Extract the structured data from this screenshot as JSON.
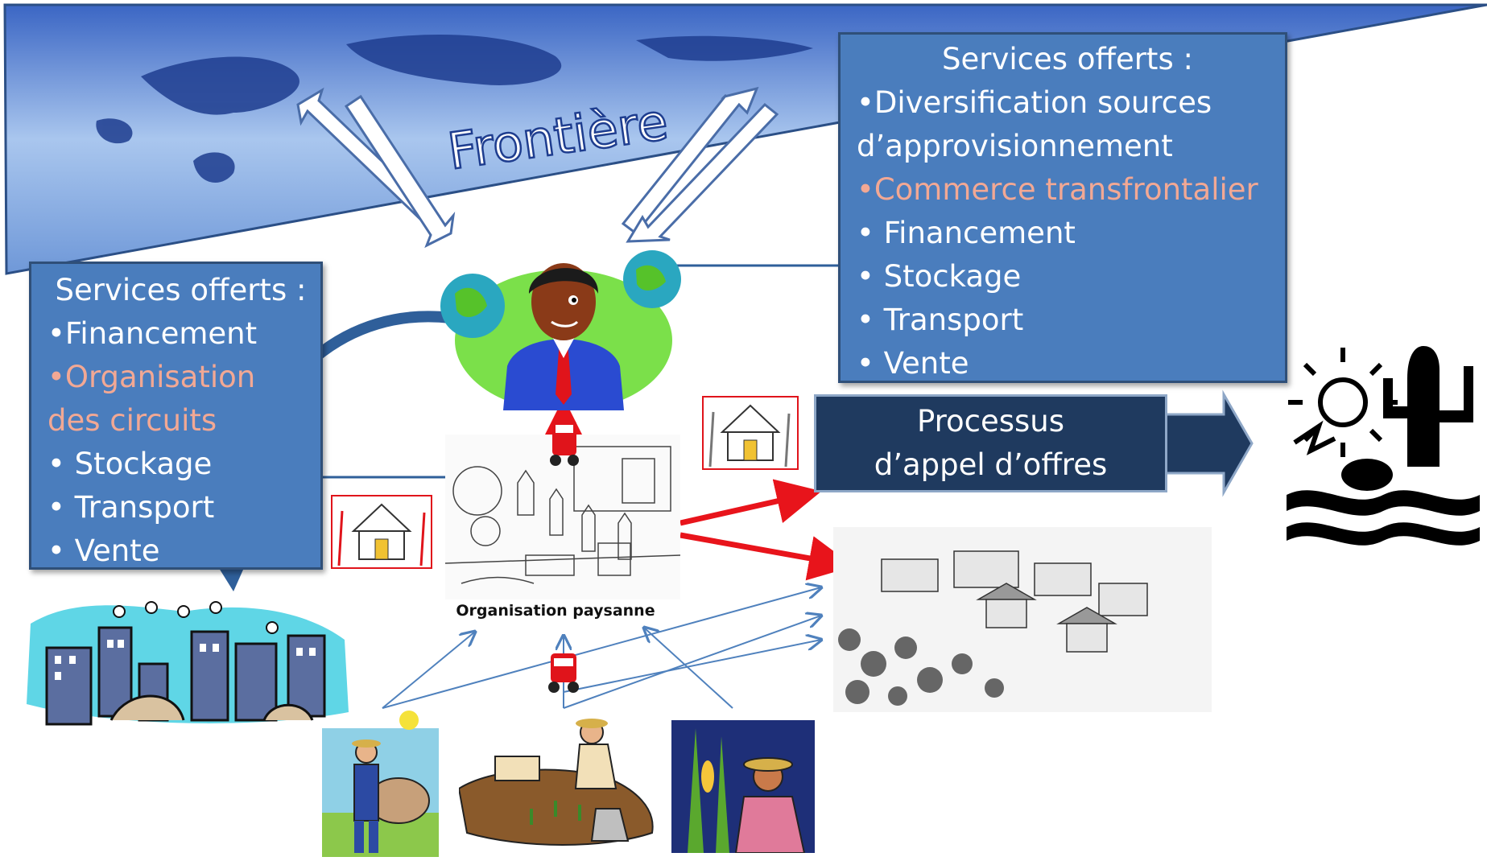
{
  "banner": {
    "title": "Frontière",
    "map_color": "#2a4ea3"
  },
  "right_services": {
    "header": "Services offerts :",
    "items": [
      {
        "text": "•Diversification sources",
        "highlight": false
      },
      {
        "text": "d’approvisionnement",
        "highlight": false
      },
      {
        "text": "•Commerce transfrontalier",
        "highlight": true
      },
      {
        "text": "• Financement",
        "highlight": false
      },
      {
        "text": "• Stockage",
        "highlight": false
      },
      {
        "text": "• Transport",
        "highlight": false
      },
      {
        "text": "• Vente",
        "highlight": false
      }
    ]
  },
  "left_services": {
    "header": "Services offerts :",
    "items": [
      {
        "text": "•Financement",
        "highlight": false
      },
      {
        "text": "•Organisation",
        "highlight": true
      },
      {
        "text": "des circuits",
        "highlight": true
      },
      {
        "text": "• Stockage",
        "highlight": false
      },
      {
        "text": "• Transport",
        "highlight": false
      },
      {
        "text": "• Vente",
        "highlight": false
      }
    ]
  },
  "process": {
    "line1": "Processus",
    "line2": "d’appel d’offres"
  },
  "organisation_label": "Organisation paysanne",
  "colors": {
    "box_fill": "#4a7dbd",
    "highlight_text": "#f2a894",
    "process_fill": "#1f3a5f",
    "red_arrow": "#e8141b",
    "thin_arrow": "#4f81bd"
  },
  "icons": [
    "trader-globes-icon",
    "warehouse-icon",
    "farmers-market-icon",
    "city-icon",
    "village-icon",
    "drought-icon",
    "farmer-cow-icon",
    "gardener-icon",
    "corn-harvester-icon",
    "truck-icon"
  ]
}
